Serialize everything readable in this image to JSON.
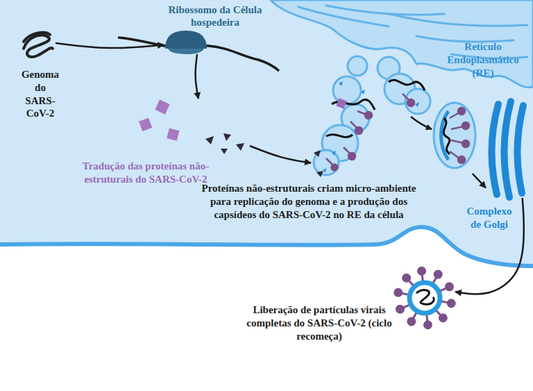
{
  "diagram": {
    "nodes": [
      {
        "text": [
          "Genoma do SARS-CoV-2"
        ]
      },
      {
        "text": [
          "Ribossomo da Célula hospedeira"
        ]
      },
      {
        "text": [
          "Tradução das proteínas não-estruturais do SARS-CoV-2"
        ]
      },
      {
        "text": [
          "Retículo Endoplasmático (RE)"
        ]
      },
      {
        "text": [
          "Proteínas não-estruturais criam micro-ambiente para replicação do genoma e a produção dos capsídeos do SARS-CoV-2 no RE da célula"
        ]
      },
      {
        "text": [
          "Complexo de Golgi"
        ]
      },
      {
        "text": [
          "Liberação de partículas virais completas do SARS-CoV-2 (ciclo recomeça)"
        ]
      }
    ],
    "edges": [
      {
        "from": 0,
        "to": 1,
        "arrow": "to"
      },
      {
        "from": 1,
        "to": 2,
        "arrow": "to"
      },
      {
        "from": 2,
        "to": 4,
        "arrow": "to"
      },
      {
        "from": 4,
        "to": 5,
        "arrow": "to"
      },
      {
        "from": 5,
        "to": 6,
        "arrow": "to"
      }
    ]
  }
}
